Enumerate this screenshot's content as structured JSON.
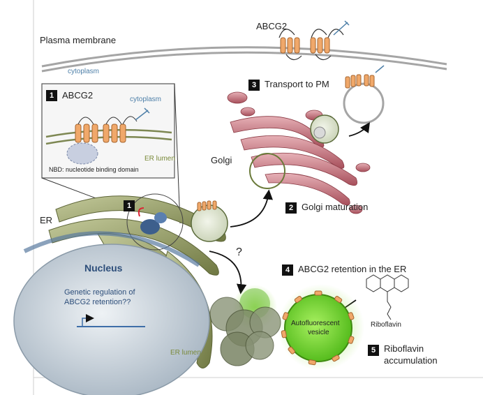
{
  "labels": {
    "abcg2_pm": "ABCG2",
    "plasma_membrane": "Plasma membrane",
    "cytoplasm_outer": "cytoplasm",
    "inset_title": "ABCG2",
    "inset_cytoplasm": "cytoplasm",
    "inset_er_lumen": "ER lumen",
    "inset_nbd": "NBD: nucleotide binding domain",
    "golgi": "Golgi",
    "er": "ER",
    "nucleus": "Nucleus",
    "genetic_regulation_line1": "Genetic regulation of",
    "genetic_regulation_line2": "ABCG2 retention??",
    "er_lumen_bottom": "ER lumen",
    "question_mark": "?",
    "autofluorescent_line1": "Autofluorescent",
    "autofluorescent_line2": "vesicle",
    "riboflavin": "Riboflavin"
  },
  "steps": [
    {
      "number": "1",
      "text": ""
    },
    {
      "number": "1",
      "text": ""
    },
    {
      "number": "2",
      "text": "Golgi maturation"
    },
    {
      "number": "3",
      "text": "Transport to PM"
    },
    {
      "number": "4",
      "text": "ABCG2 retention in the ER"
    },
    {
      "number": "5",
      "text": "Riboflavin",
      "text2": "accumulation"
    }
  ],
  "colors": {
    "transporter": "#f0a86a",
    "golgi": "#c9707a",
    "er": "#7d8752",
    "nucleus": "#c9d3dc",
    "vesicle_green": "#7fd32a",
    "membrane": "#9a9a9a"
  }
}
